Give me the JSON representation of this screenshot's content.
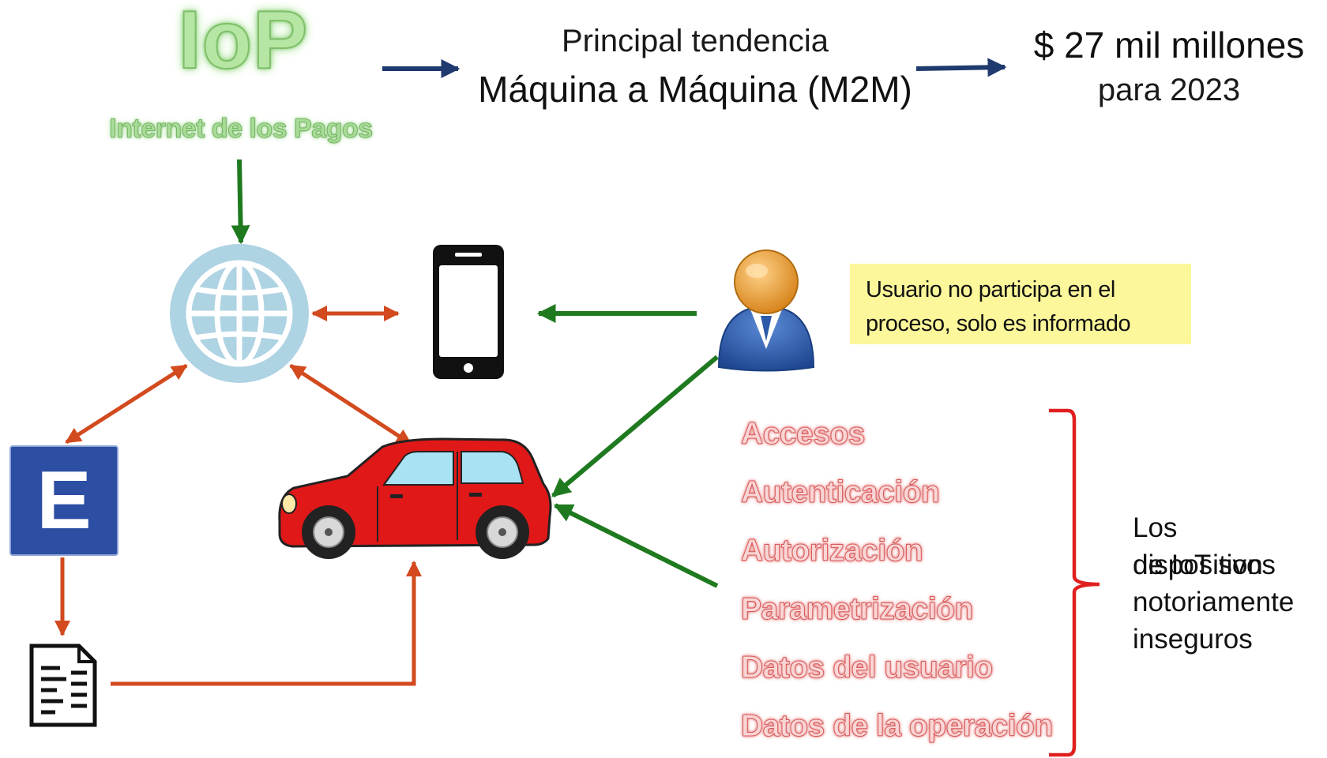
{
  "brand": {
    "title": "IoP",
    "subtitle": "Internet de los Pagos"
  },
  "trend": {
    "caption": "Principal tendencia",
    "main": "Máquina a Máquina (M2M)"
  },
  "market": {
    "amount": "$ 27 mil millones",
    "year": "para 2023"
  },
  "user_note": "Usuario no participa en el proceso, solo es informado",
  "parking_sign_letter": "E",
  "security_items": [
    "Accesos",
    "Autenticación",
    "Autorización",
    "Parametrización",
    "Datos del usuario",
    "Datos de la operación"
  ],
  "iot_statement": [
    "Los dispositivos",
    "de IoT son",
    "notoriamente",
    "inseguros"
  ],
  "colors": {
    "navy_arrow": "#1f3a6e",
    "green_arrow": "#1f7a1f",
    "red_arrow": "#d24a1e",
    "brace": "#e02020",
    "globe": "#aed3e3",
    "car": "#e01818",
    "person_head": "#f0a030",
    "person_body": "#2a5aa8",
    "note_bg": "#fbf79a",
    "sign_bg": "#2c4ea3"
  },
  "icons": [
    "globe-icon",
    "smartphone-icon",
    "user-icon",
    "car-icon",
    "parking-sign-icon",
    "document-icon"
  ]
}
